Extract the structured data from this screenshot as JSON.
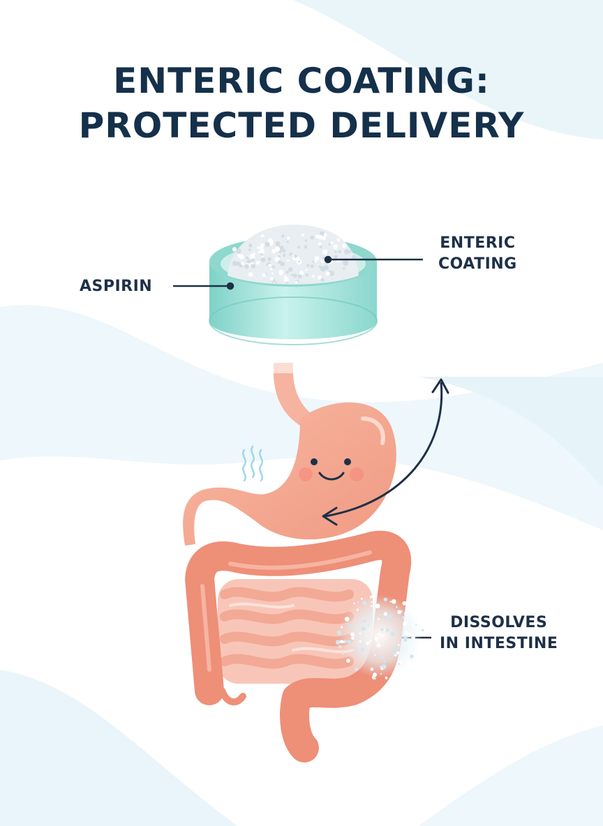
{
  "title": {
    "line1": "ENTERIC COATING:",
    "line2": "PROTECTED DELIVERY"
  },
  "labels": {
    "aspirin": "ASPIRIN",
    "coating_line1": "ENTERIC",
    "coating_line2": "COATING",
    "dissolves_line1": "DISSOLVES",
    "dissolves_line2": "IN INTESTINE"
  },
  "colors": {
    "title": "#15304a",
    "coating": "#9fe0d6",
    "stomach": "#f4a38c",
    "intestine": "#ee8f78",
    "arrow": "#1e3048",
    "background_wave": "#e3f2f8"
  }
}
